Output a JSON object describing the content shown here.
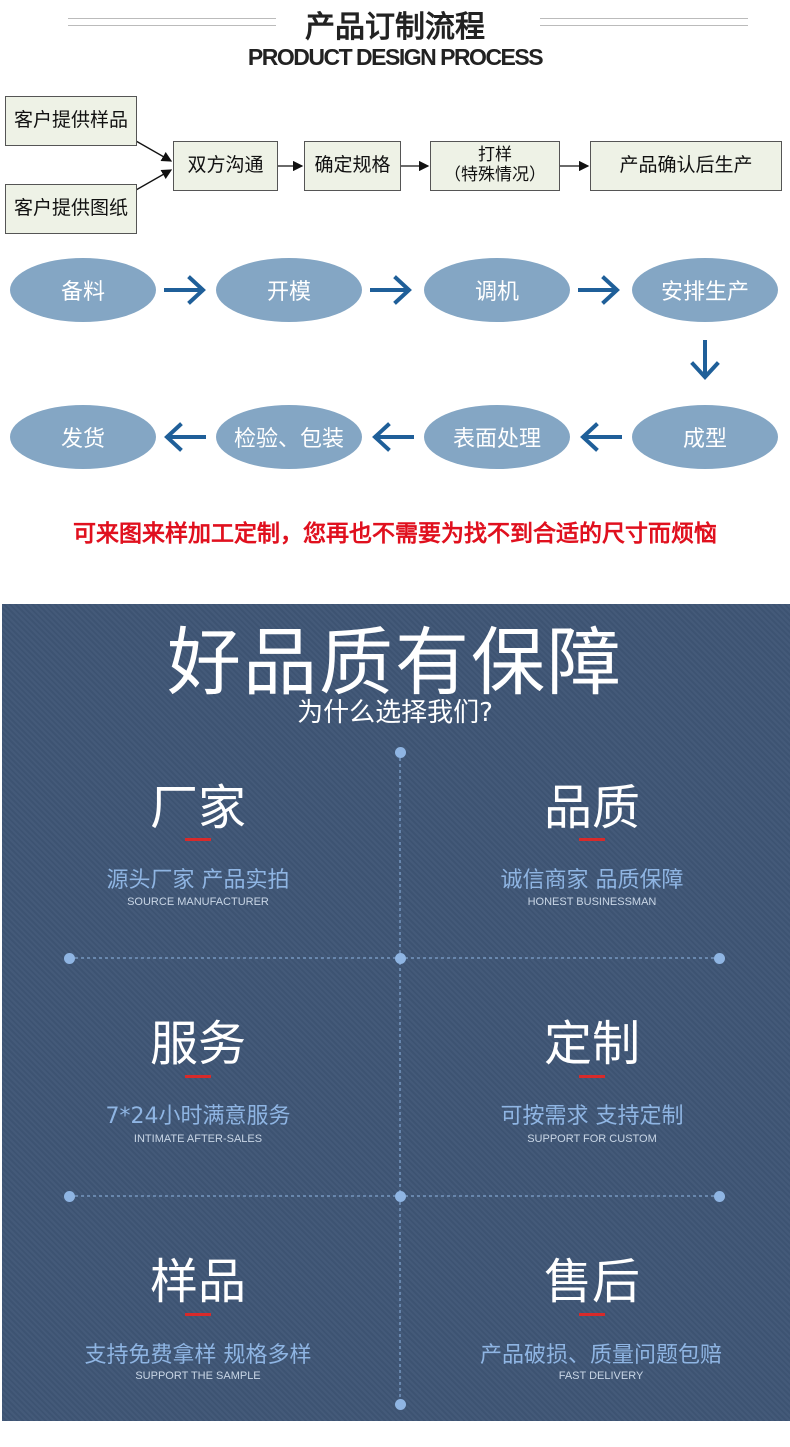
{
  "header": {
    "title": "产品订制流程",
    "subtitle": "PRODUCT DESIGN PROCESS"
  },
  "flow": {
    "sample_provided": "客户提供样品",
    "drawing_provided": "客户提供图纸",
    "communicate": "双方沟通",
    "confirm_spec": "确定规格",
    "proof_line1": "打样",
    "proof_line2": "（特殊情况）",
    "produce": "产品确认后生产"
  },
  "steps": {
    "prepare": "备料",
    "mold": "开模",
    "debug": "调机",
    "schedule": "安排生产",
    "forming": "成型",
    "surface": "表面处理",
    "inspect_pack": "检验、包装",
    "ship": "发货"
  },
  "tagline": "可来图来样加工定制，您再也不需要为找不到合适的尺寸而烦恼",
  "quality": {
    "title": "好品质有保障",
    "subtitle": "为什么选择我们?",
    "cells": [
      {
        "heading": "厂家",
        "cn": "源头厂家 产品实拍",
        "en": "SOURCE MANUFACTURER"
      },
      {
        "heading": "品质",
        "cn": "诚信商家 品质保障",
        "en": "HONEST BUSINESSMAN"
      },
      {
        "heading": "服务",
        "cn": "7*24小时满意服务",
        "en": "INTIMATE AFTER-SALES"
      },
      {
        "heading": "定制",
        "cn": "可按需求 支持定制",
        "en": "SUPPORT FOR CUSTOM"
      },
      {
        "heading": "样品",
        "cn": "支持免费拿样 规格多样",
        "en": "SUPPORT THE SAMPLE"
      },
      {
        "heading": "售后",
        "cn": "产品破损、质量问题包赔",
        "en": "FAST DELIVERY"
      }
    ]
  },
  "colors": {
    "ellipse": "#84a6c4",
    "arrow": "#1f5f99",
    "tagline": "#e0101e",
    "panel": "#3f5676",
    "accent_bar": "#d82a2a"
  }
}
